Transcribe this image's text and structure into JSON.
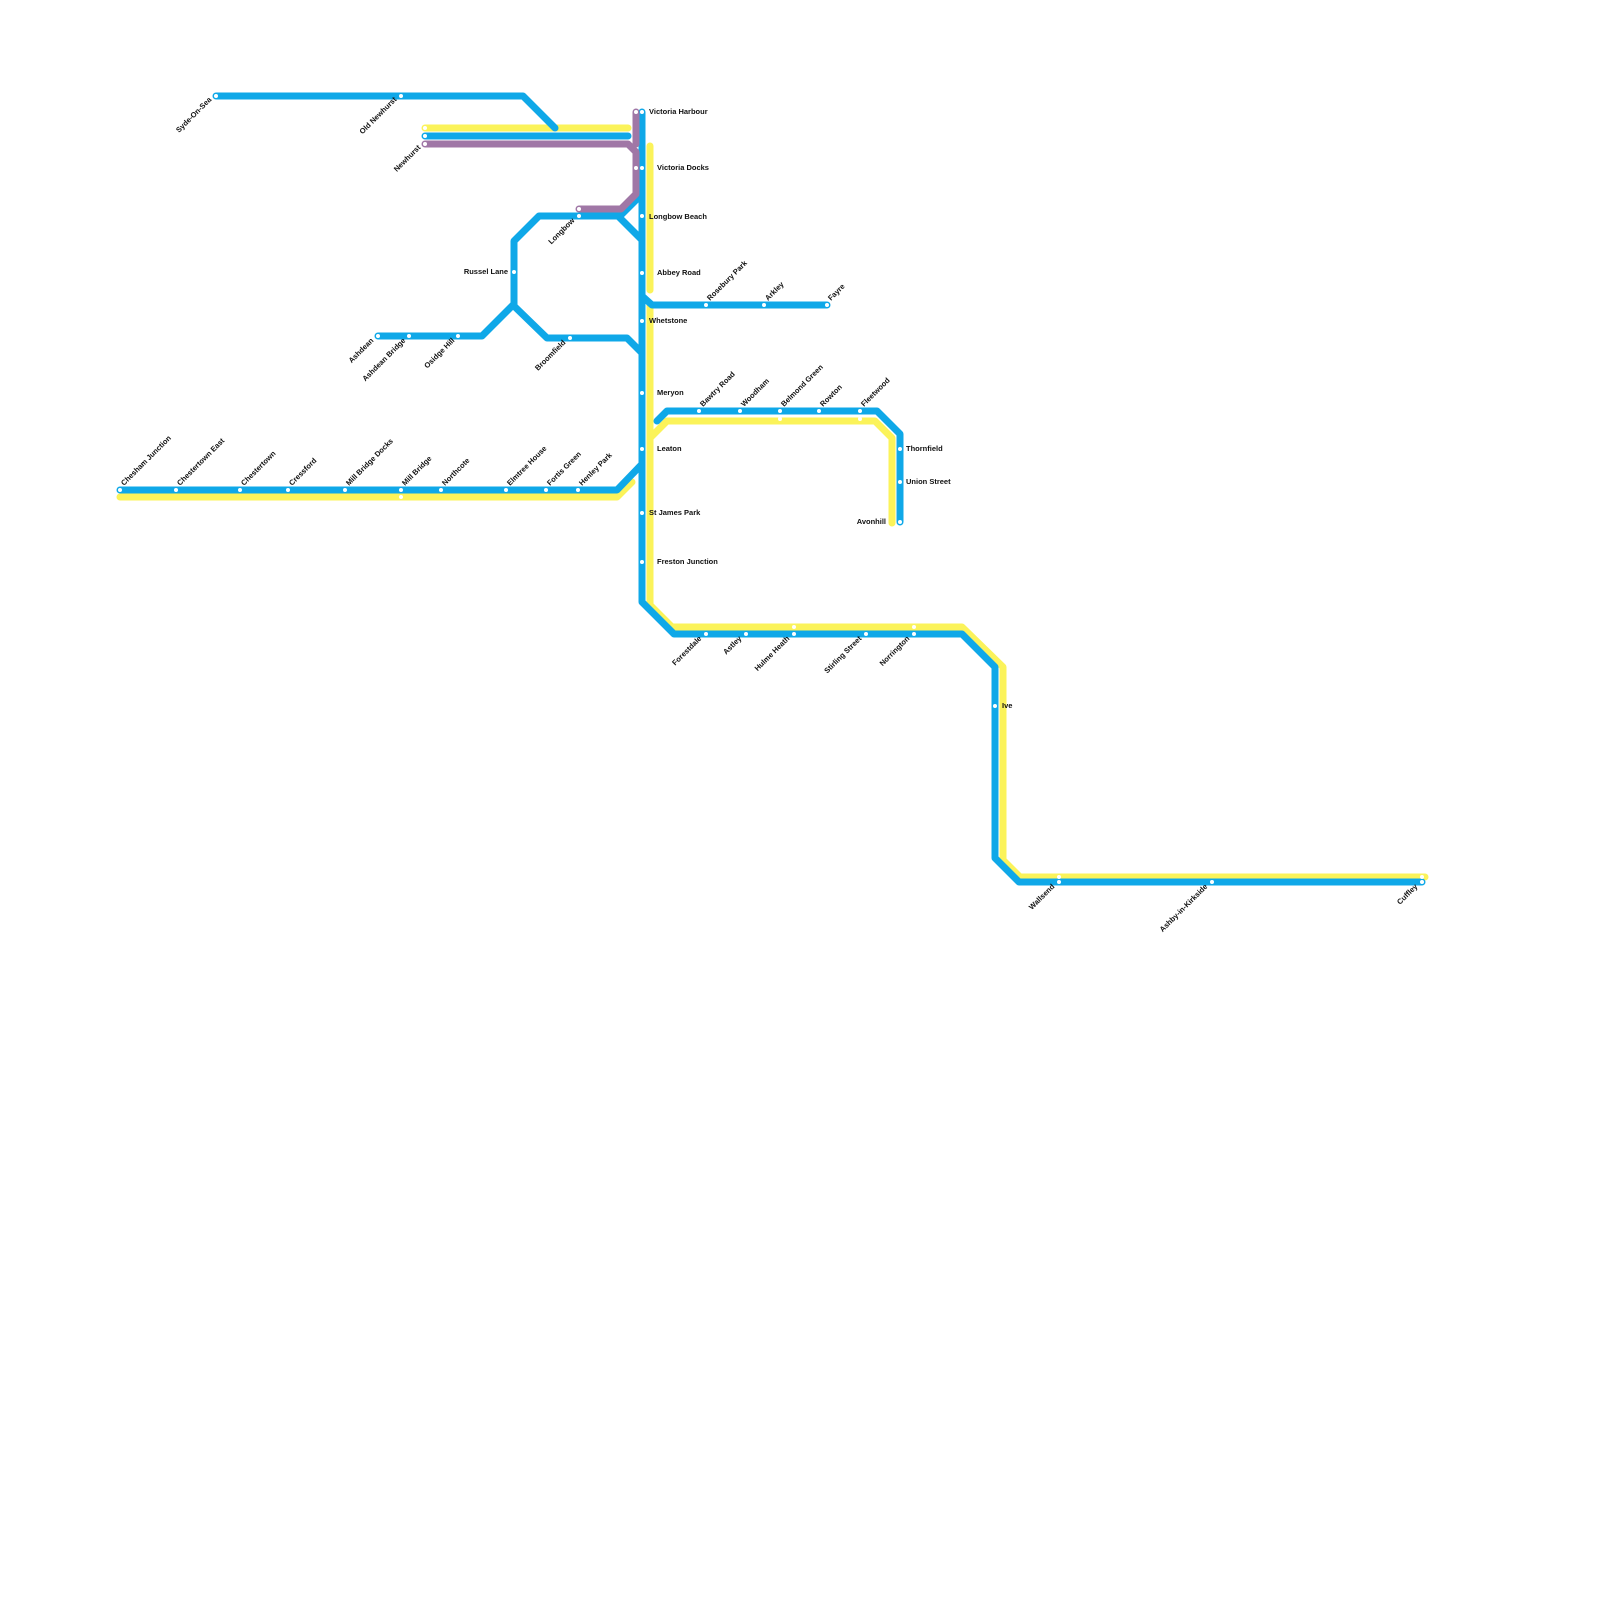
{
  "lines": {
    "blue": {
      "color": "#0fa8e8"
    },
    "yellow": {
      "color": "#fbf35a"
    },
    "purple": {
      "color": "#a077a6"
    }
  },
  "stations": {
    "syde_on_sea": "Syde-On-Sea",
    "old_newhurst": "Old Newhurst",
    "newhurst": "Newhurst",
    "victoria_harbour": "Victoria Harbour",
    "victoria_docks": "Victoria Docks",
    "longbow_beach": "Longbow Beach",
    "longbow": "Longbow",
    "russel_lane": "Russel Lane",
    "abbey_road": "Abbey Road",
    "rosebury_park": "Rosebury Park",
    "arkley": "Arkley",
    "fayre": "Fayre",
    "whetstone": "Whetstone",
    "ashdean": "Ashdean",
    "ashdean_bridge": "Ashdean Bridge",
    "osidge_hill": "Osidge Hill",
    "broomfield": "Broomfield",
    "meryon": "Meryon",
    "bawtry_road": "Bawtry Road",
    "woodham": "Woodham",
    "belmond_green": "Belmond Green",
    "rowton": "Rowton",
    "fleetwood": "Fleetwood",
    "leaton": "Leaton",
    "thornfield": "Thornfield",
    "union_street": "Union Street",
    "avonhill": "Avonhill",
    "chesham_junction": "Chesham Junction",
    "chestertown_east": "Chestertown East",
    "chestertown": "Chestertown",
    "cressford": "Cressford",
    "mill_bridge_docks": "Mill Bridge Docks",
    "mill_bridge": "Mill Bridge",
    "northcote": "Northcote",
    "elmtree_house": "Elmtree House",
    "fortis_green": "Fortis Green",
    "henley_park": "Henley Park",
    "st_james_park": "St James Park",
    "freston_junction": "Freston Junction",
    "forestdale": "Forestdale",
    "astley": "Astley",
    "hulme_heath": "Hulme Heath",
    "stirling_street": "Stirling Street",
    "norrington": "Norrington",
    "ive": "Ive",
    "wallsend": "Wallsend",
    "ashby_in_kirkside": "Ashby-in-Kirkside",
    "cuffley": "Cuffley"
  }
}
